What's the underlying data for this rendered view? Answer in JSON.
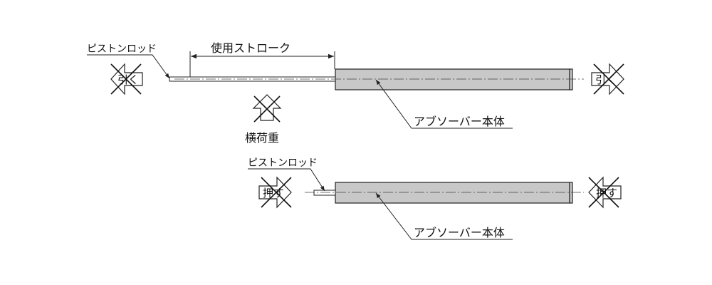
{
  "top": {
    "rod_label": "ピストンロッド",
    "stroke_label": "使用ストローク",
    "body_label": "アブソーバー本体",
    "side_load_label": "横荷重",
    "left_arrow_label": "引く",
    "right_arrow_label": "引く"
  },
  "bottom": {
    "rod_label": "ピストンロッド",
    "body_label": "アブソーバー本体",
    "left_arrow_label": "押す",
    "right_arrow_label": "押す"
  },
  "colors": {
    "body_fill": "#c8c8c8",
    "line": "#222222",
    "cross": "#111111"
  }
}
